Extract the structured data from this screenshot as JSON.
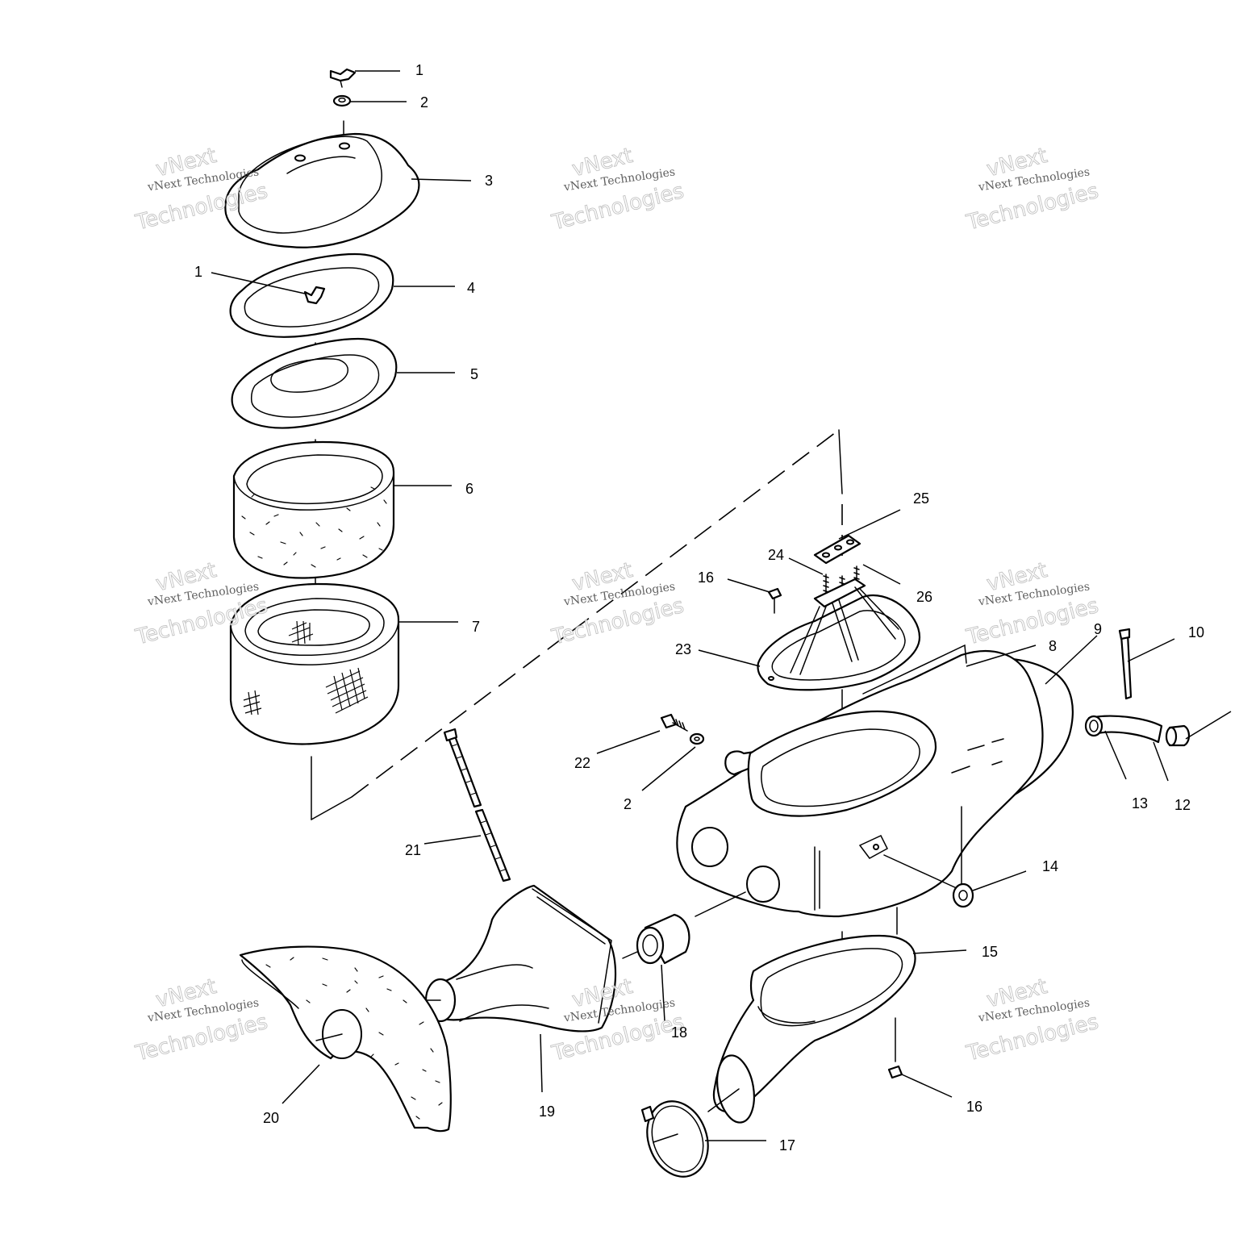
{
  "watermark": {
    "line1": "vNext Technologies",
    "line2": "vNext",
    "line3": "Technologies"
  },
  "callouts": [
    {
      "id": "c1a",
      "label": "1"
    },
    {
      "id": "c2a",
      "label": "2"
    },
    {
      "id": "c3",
      "label": "3"
    },
    {
      "id": "c1b",
      "label": "1"
    },
    {
      "id": "c4",
      "label": "4"
    },
    {
      "id": "c5",
      "label": "5"
    },
    {
      "id": "c6",
      "label": "6"
    },
    {
      "id": "c7",
      "label": "7"
    },
    {
      "id": "c25",
      "label": "25"
    },
    {
      "id": "c24",
      "label": "24"
    },
    {
      "id": "c16a",
      "label": "16"
    },
    {
      "id": "c26",
      "label": "26"
    },
    {
      "id": "c23",
      "label": "23"
    },
    {
      "id": "c8",
      "label": "8"
    },
    {
      "id": "c9",
      "label": "9"
    },
    {
      "id": "c10",
      "label": "10"
    },
    {
      "id": "c22",
      "label": "22"
    },
    {
      "id": "c2b",
      "label": "2"
    },
    {
      "id": "c13",
      "label": "13"
    },
    {
      "id": "c12",
      "label": "12"
    },
    {
      "id": "c21",
      "label": "21"
    },
    {
      "id": "c14",
      "label": "14"
    },
    {
      "id": "c15",
      "label": "15"
    },
    {
      "id": "c18",
      "label": "18"
    },
    {
      "id": "c20",
      "label": "20"
    },
    {
      "id": "c19",
      "label": "19"
    },
    {
      "id": "c16b",
      "label": "16"
    },
    {
      "id": "c17",
      "label": "17"
    }
  ]
}
